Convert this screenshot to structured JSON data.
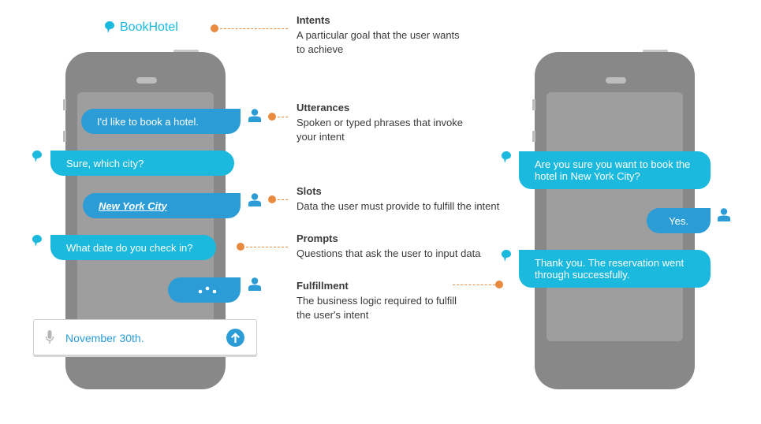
{
  "intent_name": "BookHotel",
  "callouts": [
    {
      "title": "Intents",
      "lines": [
        "A particular goal that the user wants",
        "to achieve"
      ]
    },
    {
      "title": "Utterances",
      "lines": [
        "Spoken or typed phrases that invoke",
        "your intent"
      ]
    },
    {
      "title": "Slots",
      "lines": [
        "Data the user must provide to fulfill the intent"
      ]
    },
    {
      "title": "Prompts",
      "lines": [
        "Questions that ask the user to input data"
      ]
    },
    {
      "title": "Fulfillment",
      "lines": [
        "The business logic required to fulfill",
        "the user's intent"
      ]
    }
  ],
  "left_chat": {
    "user_utterance": "I'd like to book a hotel.",
    "bot_city_prompt": "Sure, which city?",
    "user_slot_value": "New York City",
    "bot_date_prompt": "What date do you check in?"
  },
  "input": {
    "value": "November 30th."
  },
  "right_chat": {
    "bot_confirm_line1": "Are you sure you want to book the",
    "bot_confirm_line2": "hotel in New York City?",
    "user_reply": "Yes.",
    "bot_done_line1": "Thank you. The reservation went",
    "bot_done_line2": "through successfully."
  },
  "colors": {
    "bot_bubble": "#1ab9dd",
    "user_bubble": "#2b9cd6",
    "callout_accent": "#e98a3f",
    "phone": "#888888"
  },
  "icons": [
    "speech-pin-icon",
    "person-icon",
    "microphone-icon",
    "send-arrow-icon"
  ]
}
